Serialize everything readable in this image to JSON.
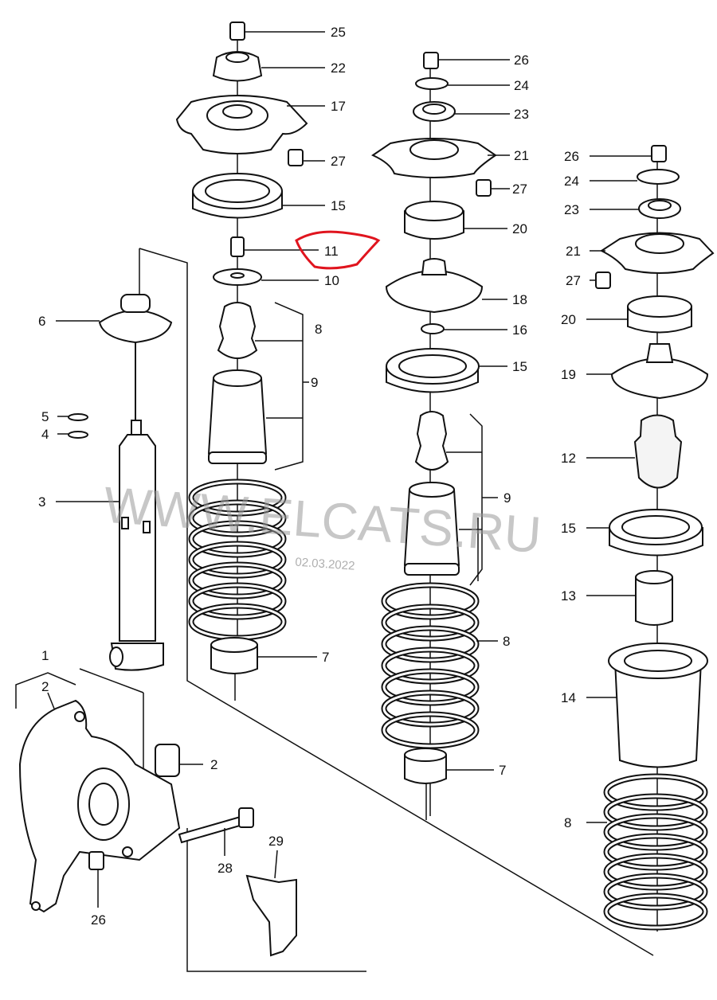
{
  "diagram": {
    "watermark": "WWW.ELCATS.RU",
    "watermark_date": "02.03.2022",
    "highlight_color": "#e0141e",
    "line_color": "#111111"
  },
  "callouts": {
    "strut_a": [
      "25",
      "22",
      "17",
      "27",
      "15",
      "11",
      "10",
      "8",
      "9",
      "7"
    ],
    "strut_b": [
      "26",
      "24",
      "23",
      "21",
      "27",
      "20",
      "18",
      "16",
      "15",
      "9",
      "8",
      "7"
    ],
    "strut_c": [
      "26",
      "24",
      "23",
      "21",
      "27",
      "20",
      "19",
      "12",
      "15",
      "13",
      "14",
      "8"
    ],
    "left": [
      "6",
      "5",
      "4",
      "3",
      "1",
      "2",
      "2",
      "28",
      "29",
      "26"
    ]
  }
}
